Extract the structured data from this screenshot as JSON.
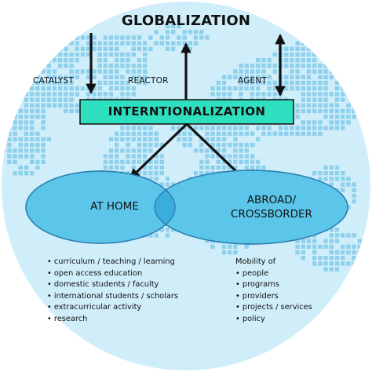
{
  "title": "GLOBALIZATION",
  "roles": {
    "catalyst": "CATALYST",
    "reactor": "REACTOR",
    "agent": "AGENT"
  },
  "banner": {
    "text": "INTERNTIONALIZATION",
    "color": "#2fe0c0"
  },
  "at_home": {
    "label": "AT HOME",
    "items": [
      "curriculum / teaching / learning",
      "open access education",
      "domestic students / faculty",
      "international students / scholars",
      "extracurricular activity",
      "research"
    ]
  },
  "abroad": {
    "label_line1": "ABROAD/",
    "label_line2": "CROSSBORDER",
    "intro": "Mobility of",
    "items": [
      "people",
      "programs",
      "providers",
      "projects / services",
      "policy"
    ]
  },
  "colors": {
    "globe": "#cfeefa",
    "map_pixels": "#8fd0ec",
    "ellipse_fill": "#5cc6ea",
    "ellipse_overlap": "#3aaedb",
    "ellipse_stroke": "#2b7fb0"
  }
}
